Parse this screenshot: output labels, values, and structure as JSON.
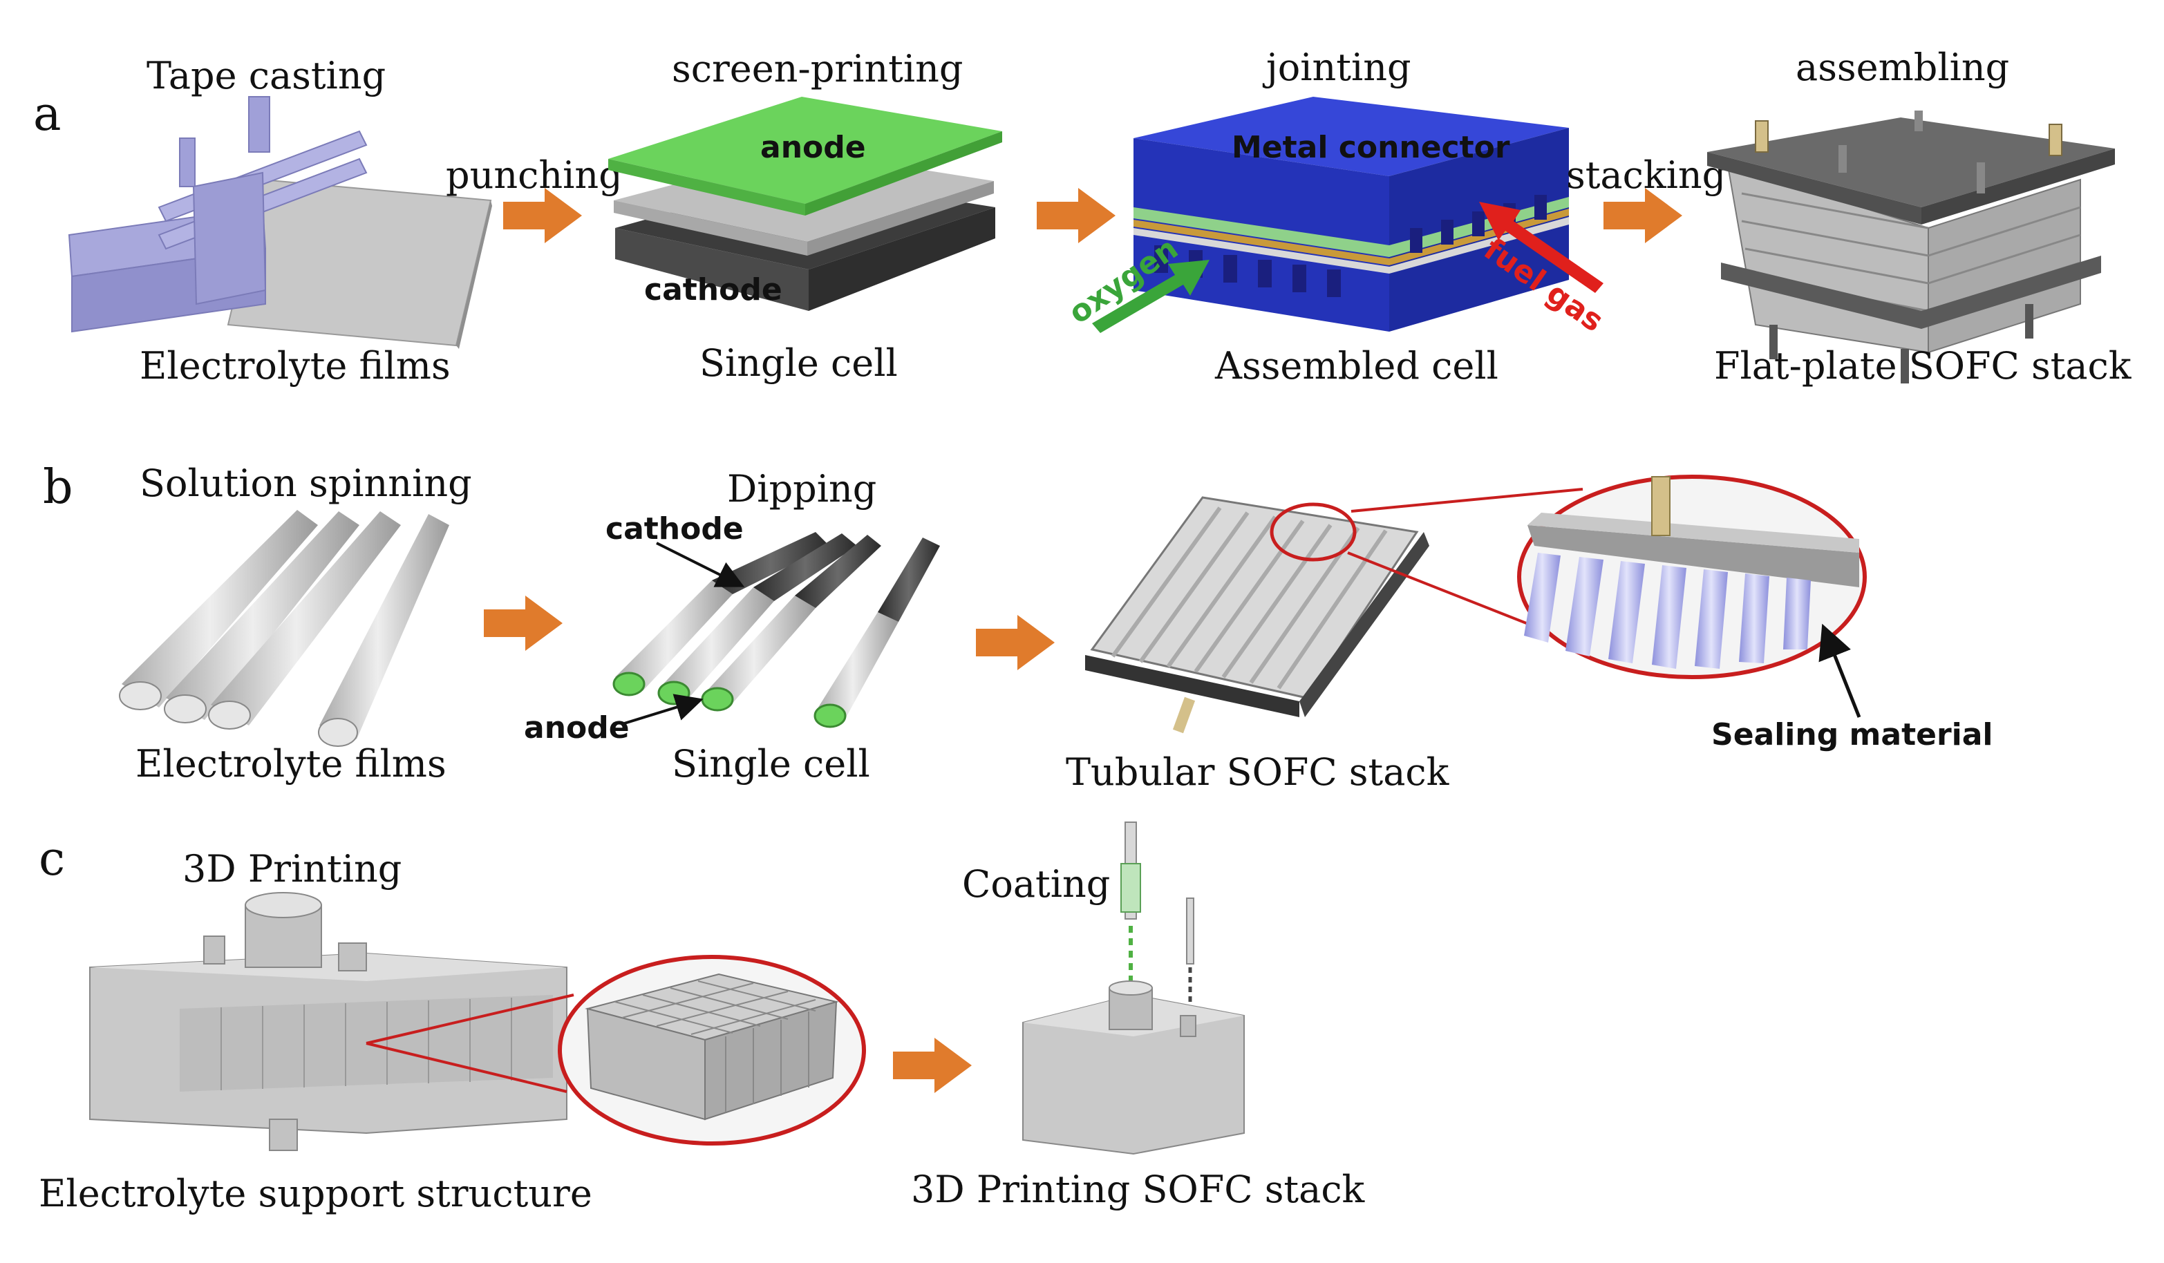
{
  "panels": {
    "a": {
      "letter": "a",
      "steps": {
        "tape_casting": "Tape casting",
        "punching": "punching",
        "screen_printing": "screen-printing",
        "jointing": "jointing",
        "stacking": "stacking",
        "assembling": "assembling"
      },
      "captions": {
        "electrolyte_films": "Electrolyte films",
        "single_cell": "Single cell",
        "assembled_cell": "Assembled cell",
        "flat_plate_stack": "Flat-plate SOFC stack"
      },
      "callouts": {
        "anode": "anode",
        "cathode": "cathode",
        "metal_connector": "Metal connector",
        "oxygen": "oxygen",
        "fuel_gas": "fuel gas"
      },
      "colors": {
        "anode": "#5fcc4f",
        "connector": "#2f3fd0",
        "oxygen": "#3aa53a",
        "fuel_gas": "#e0201c"
      }
    },
    "b": {
      "letter": "b",
      "steps": {
        "solution_spinning": "Solution spinning",
        "dipping": "Dipping"
      },
      "captions": {
        "electrolyte_films": "Electrolyte films",
        "single_cell": "Single cell",
        "tubular_stack": "Tubular SOFC stack"
      },
      "callouts": {
        "cathode": "cathode",
        "anode": "anode",
        "sealing_material": "Sealing material"
      }
    },
    "c": {
      "letter": "c",
      "steps": {
        "printing": "3D Printing",
        "coating": "Coating"
      },
      "captions": {
        "support_structure": "Electrolyte support structure",
        "printing_stack": "3D Printing SOFC stack"
      }
    }
  },
  "colors": {
    "arrow": "#e07b2c",
    "zoom_ring": "#c81e1e",
    "ceramic": "#c9c9c9",
    "tube_blue": "#b7b9ee"
  }
}
